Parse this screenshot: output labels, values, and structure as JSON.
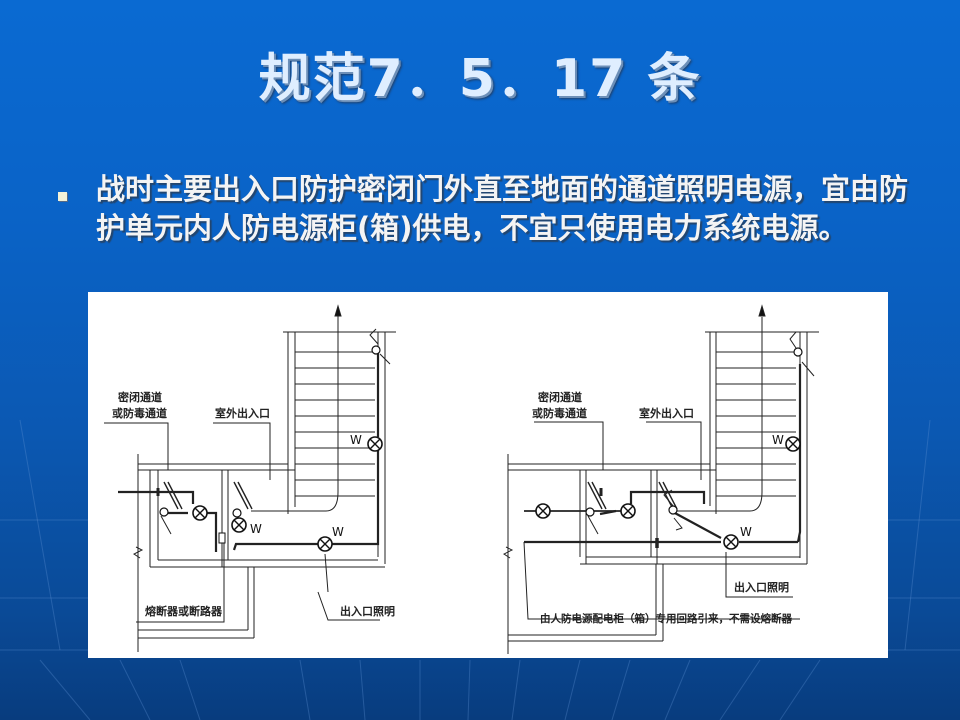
{
  "slide": {
    "title": "规范7．5．17 条",
    "bullet_text": "战时主要出入口防护密闭门外直至地面的通道照明电源，宜由防护单元内人防电源柜(箱)供电，不宜只使用电力系统电源。",
    "colors": {
      "background_top": "#0a6ad2",
      "background_bottom": "#083c7e",
      "title_text": "#dfeeff",
      "body_text": "#f4f4f4",
      "figure_bg": "#ffffff"
    }
  },
  "figure": {
    "left_diagram": {
      "label_passage_line1": "密闭通道",
      "label_passage_line2": "或防毒通道",
      "label_outdoor_exit": "室外出入口",
      "label_exit_lighting": "出入口照明",
      "label_fuse": "熔断器或断路器",
      "lamp_mark_1": "W",
      "lamp_mark_2": "W",
      "lamp_mark_3": "W"
    },
    "right_diagram": {
      "label_passage_line1": "密闭通道",
      "label_passage_line2": "或防毒通道",
      "label_outdoor_exit": "室外出入口",
      "label_exit_lighting": "出入口照明",
      "label_source_note": "由人防电源配电柜（箱）专用回路引来，不需设熔断器",
      "lamp_mark_1": "W",
      "lamp_mark_2": "W"
    }
  }
}
